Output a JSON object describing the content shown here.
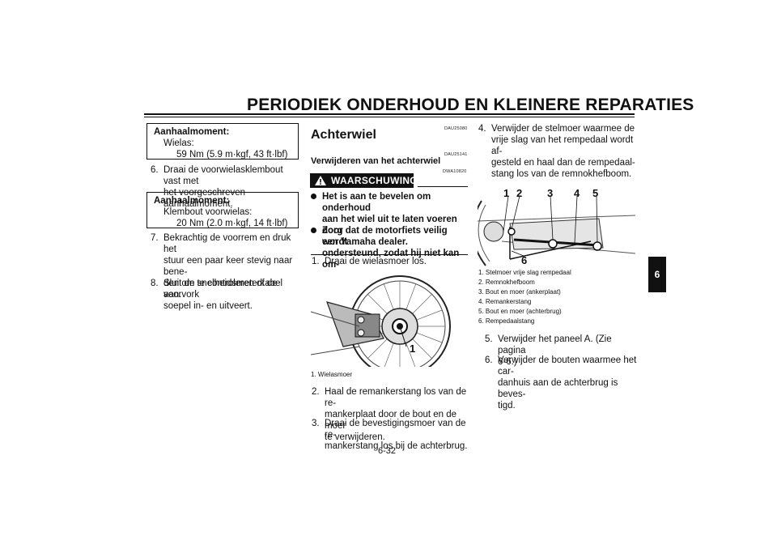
{
  "page": {
    "title": "PERIODIEK ONDERHOUD EN KLEINERE REPARATIES",
    "page_number": "6-32",
    "chapter_tab": "6"
  },
  "left": {
    "box1": {
      "heading": "Aanhaalmoment:",
      "line1": "Wielas:",
      "line2": "59 Nm (5.9 m·kgf, 43 ft·lbf)"
    },
    "step6": {
      "num": "6.",
      "lines": [
        "Draai de voorwielasklembout vast met",
        "het voorgeschreven aanhaalmoment."
      ]
    },
    "box2": {
      "heading": "Aanhaalmoment:",
      "line1": "Klembout voorwielas:",
      "line2": "20 Nm (2.0 m·kgf, 14 ft·lbf)"
    },
    "step7": {
      "num": "7.",
      "lines": [
        "Bekrachtig de voorrem en druk het",
        "stuur een paar keer stevig naar bene-",
        "den om te controleren of de voorvork",
        "soepel in- en uitveert."
      ]
    },
    "step8": {
      "num": "8.",
      "lines": [
        "Sluit de snelheidsmeterkabel aan."
      ]
    }
  },
  "middle": {
    "code1": "DAU25080",
    "heading": "Achterwiel",
    "code2": "DAU25141",
    "subheading": "Verwijderen van het achterwiel",
    "code3": "DWA10820",
    "warning_label": "WAARSCHUWING",
    "bullets": [
      "Het is aan te bevelen om onderhoud\naan het wiel uit te laten voeren door\neen Yamaha dealer.",
      "Zorg dat de motorfiets veilig wordt\nondersteund, zodat hij niet kan om-\nvallen."
    ],
    "step1": {
      "num": "1.",
      "lines": [
        "Draai de wielasmoer los."
      ]
    },
    "figure_label": "1",
    "caption": "1.  Wielasmoer",
    "step2": {
      "num": "2.",
      "lines": [
        "Haal de remankerstang los van de re-",
        "mankerplaat door de bout en de moer",
        "te verwijderen."
      ]
    },
    "step3": {
      "num": "3.",
      "lines": [
        "Draai de bevestigingsmoer van de re-",
        "mankerstang los bij de achterbrug."
      ]
    }
  },
  "right": {
    "step4": {
      "num": "4.",
      "lines": [
        "Verwijder de stelmoer waarmee de",
        "vrije slag van het rempedaal wordt af-",
        "gesteld en haal dan de rempedaal-",
        "stang los van de remnokhefboom."
      ]
    },
    "figure_labels": [
      "1",
      "2",
      "3",
      "4",
      "5",
      "6"
    ],
    "captions": [
      "1.  Stelmoer vrije slag rempedaal",
      "2.  Remnokhefboom",
      "3.  Bout en moer (ankerplaat)",
      "4.  Remankerstang",
      "5.  Bout en moer (achterbrug)",
      "6.  Rempedaalstang"
    ],
    "step5": {
      "num": "5.",
      "lines": [
        "Verwijder het paneel A. (Zie pagina",
        "6-6.)"
      ]
    },
    "step6": {
      "num": "6.",
      "lines": [
        "Verwijder de bouten waarmee het car-",
        "danhuis aan de achterbrug is beves-",
        "tigd."
      ]
    }
  }
}
